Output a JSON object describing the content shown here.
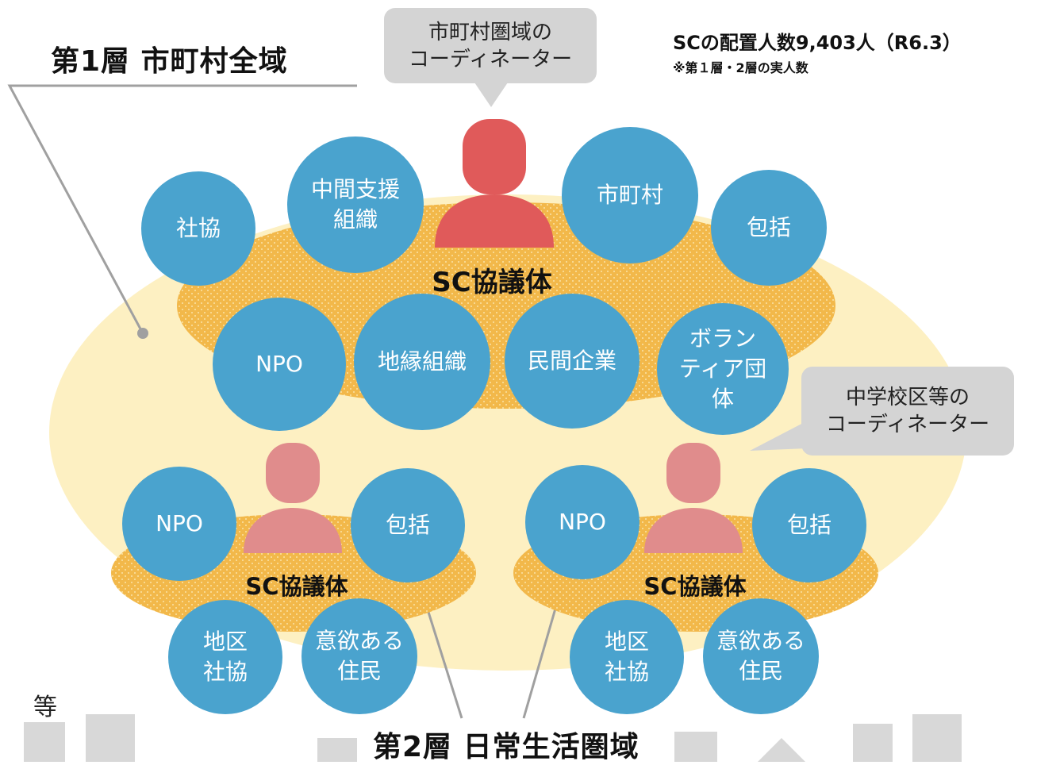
{
  "layer1": {
    "title": "第1層 市町村全域"
  },
  "layer2": {
    "title": "第2層 日常生活圏域"
  },
  "count": {
    "main": "SCの配置人数9,403人（R6.3）",
    "note": "※第１層・2層の実人数"
  },
  "bubble_municipal": {
    "line1": "市町村圏域の",
    "line2": "コーディネーター"
  },
  "bubble_district": {
    "line1": "中学校区等の",
    "line2": "コーディネーター"
  },
  "council_label": "SC協議体",
  "top_council": {
    "members": [
      {
        "line1": "社協"
      },
      {
        "line1": "中間支援",
        "line2": "組織"
      },
      {
        "line1": "市町村"
      },
      {
        "line1": "包括"
      },
      {
        "line1": "NPO"
      },
      {
        "line1": "地縁組織"
      },
      {
        "line1": "民間企業"
      },
      {
        "line1": "ボラン",
        "line2": "ティア団",
        "line3": "体"
      }
    ]
  },
  "left_council": {
    "members": [
      {
        "line1": "NPO"
      },
      {
        "line1": "包括"
      },
      {
        "line1": "地区",
        "line2": "社協"
      },
      {
        "line1": "意欲ある",
        "line2": "住民"
      }
    ]
  },
  "right_council": {
    "members": [
      {
        "line1": "NPO"
      },
      {
        "line1": "包括"
      },
      {
        "line1": "地区",
        "line2": "社協"
      },
      {
        "line1": "意欲ある",
        "line2": "住民"
      }
    ]
  },
  "other": "等",
  "colors": {
    "outer_area": "#fdf0c2",
    "council_disk": "#f2b84a",
    "member_circle": "#4aa3ce",
    "coordinator_main": "#e05a5a",
    "coordinator_local": "#e08c8c",
    "bubble": "#d4d4d4",
    "leader_line": "#a0a0a0"
  }
}
